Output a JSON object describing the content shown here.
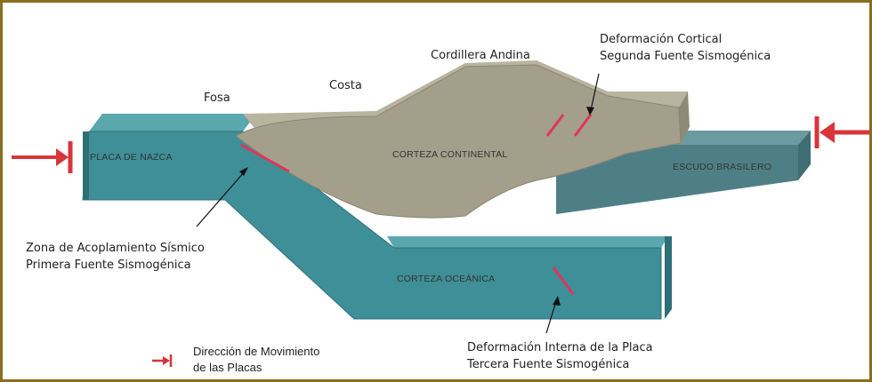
{
  "labels": {
    "fosa": "Fosa",
    "costa": "Costa",
    "cordillera": "Cordillera Andina",
    "deformacion_cortical_1": "Deformación Cortical",
    "deformacion_cortical_2": "Segunda Fuente Sismogénica",
    "placa_nazca": "PLACA DE NAZCA",
    "corteza_continental": "CORTEZA CONTINENTAL",
    "escudo_brasilero": "ESCUDO BRASILERO",
    "corteza_oceanica": "CORTEZA OCEÁNICA",
    "zona_acoplamiento_1": "Zona de Acoplamiento Sísmico",
    "zona_acoplamiento_2": "Primera Fuente Sismogénica",
    "deformacion_interna_1": "Deformación Interna de la Placa",
    "deformacion_interna_2": "Tercera Fuente Sismogénica"
  },
  "legend": {
    "line1": "Dirección de Movimiento",
    "line2": "de las Placas"
  },
  "colors": {
    "border": "#8a6d1f",
    "oceanic_plate": "#3e8f97",
    "continental_crust": "#a49f8a",
    "brazilian_shield": "#4f7f86",
    "arrow": "#d8353b",
    "fault": "#e0355a"
  }
}
